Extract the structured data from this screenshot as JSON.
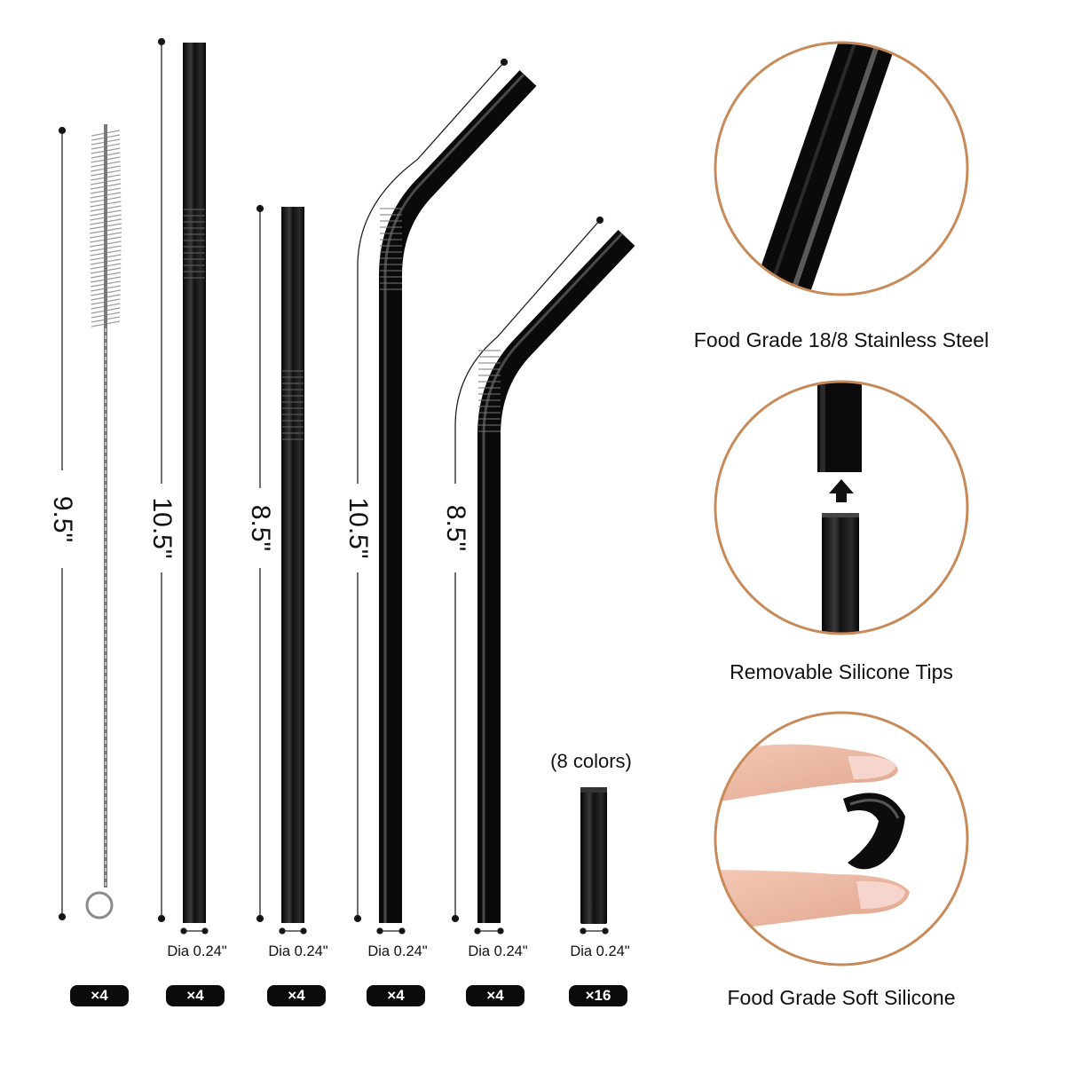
{
  "items": [
    {
      "id": "brush",
      "length_label": "9.5\"",
      "count_label": "×4"
    },
    {
      "id": "straight-long",
      "length_label": "10.5\"",
      "diameter_label": "Dia 0.24\"",
      "count_label": "×4"
    },
    {
      "id": "straight-short",
      "length_label": "8.5\"",
      "diameter_label": "Dia 0.24\"",
      "count_label": "×4"
    },
    {
      "id": "bent-long",
      "length_label": "10.5\"",
      "diameter_label": "Dia 0.24\"",
      "count_label": "×4"
    },
    {
      "id": "bent-short",
      "length_label": "8.5\"",
      "diameter_label": "Dia 0.24\"",
      "count_label": "×4"
    },
    {
      "id": "silicone-tip",
      "note": "(8 colors)",
      "diameter_label": "Dia 0.24\"",
      "count_label": "×16"
    }
  ],
  "features": [
    {
      "label": "Food Grade 18/8 Stainless Steel",
      "icon": "straw-closeup"
    },
    {
      "label": "Removable Silicone Tips",
      "icon": "tip-attach-arrow"
    },
    {
      "label": "Food Grade Soft Silicone",
      "icon": "fingers-squeeze-tip"
    }
  ],
  "colors": {
    "straw": "#0c0c0c",
    "highlight": "#5a5a5a",
    "circle_border": "#c98a5a",
    "badge_bg": "#0b0b0b",
    "badge_text": "#ffffff"
  }
}
